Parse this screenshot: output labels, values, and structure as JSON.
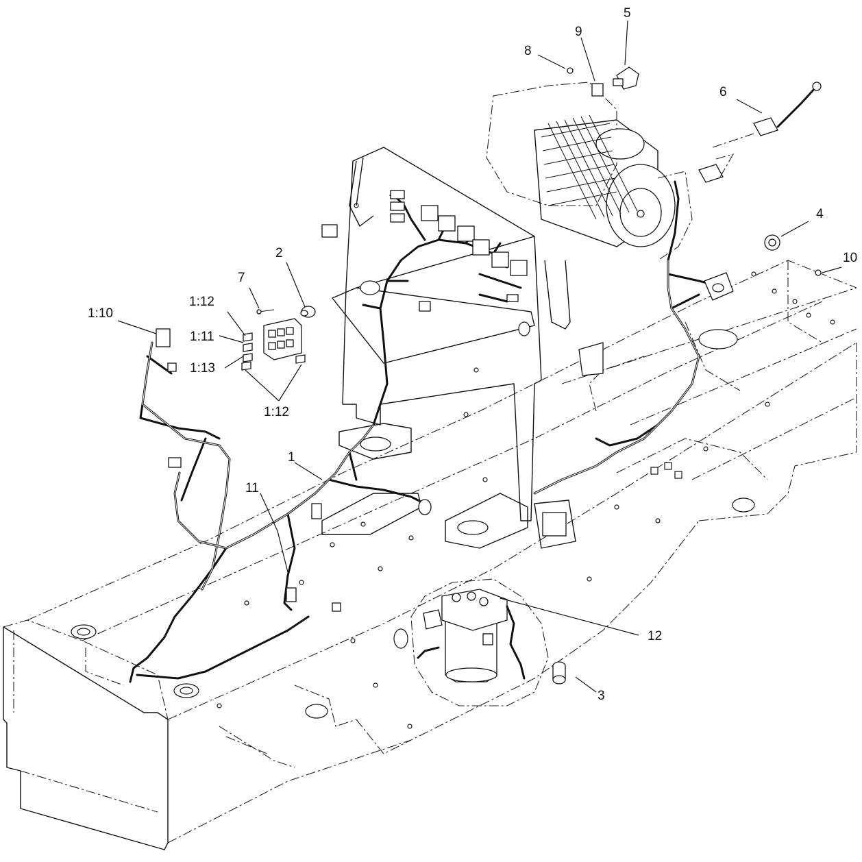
{
  "callouts": {
    "c1": "1",
    "c2": "2",
    "c3": "3",
    "c4": "4",
    "c5": "5",
    "c6": "6",
    "c7": "7",
    "c8": "8",
    "c9": "9",
    "c10": "10",
    "c11": "11",
    "c12": "12",
    "c1_10": "1:10",
    "c1_11": "1:11",
    "c1_12a": "1:12",
    "c1_12b": "1:12",
    "c1_13": "1:13"
  }
}
